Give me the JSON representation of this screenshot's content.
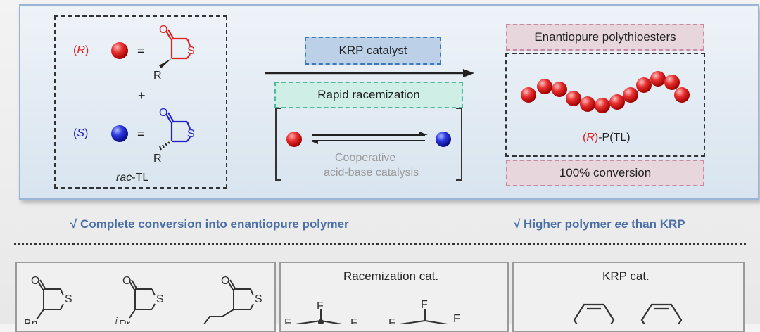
{
  "left_box": {
    "r_label": "R",
    "s_label": "S",
    "equals": "=",
    "plus": "+",
    "rac_prefix": "rac",
    "rac_suffix": "-TL",
    "mol_o": "O",
    "mol_s": "S",
    "mol_r": "R"
  },
  "center": {
    "krp_catalyst": "KRP catalyst",
    "rapid_racemization": "Rapid racemization",
    "cooperative_line1": "Cooperative",
    "cooperative_line2": "acid-base catalysis"
  },
  "right_box": {
    "enantiopure": "Enantiopure polythioesters",
    "polymer_prefix": "R",
    "polymer_suffix": "-P(TL)",
    "conversion": "100% conversion"
  },
  "benefits": {
    "left_check": "√ Complete conversion into enantiopure polymer",
    "right_prefix": "√ Higher polymer ",
    "right_ee": "ee",
    "right_suffix": " than KRP"
  },
  "bottom": {
    "racemization_cat": "Racemization cat.",
    "krp_cat": "KRP cat.",
    "mol1_sub": "Bn",
    "mol2_sub_i": "i",
    "mol2_sub": "Pr",
    "fluoro": "F"
  },
  "colors": {
    "red_sphere": "#e02020",
    "blue_sphere": "#2030d0",
    "panel_border": "#9ab6d6",
    "check_text": "#4a6fa8"
  }
}
